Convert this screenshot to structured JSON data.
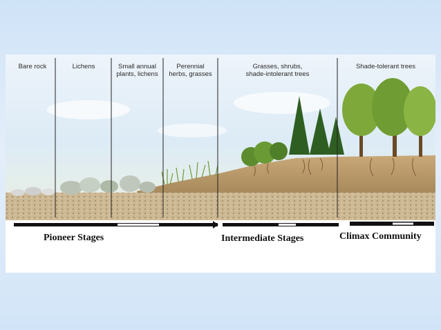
{
  "stages": [
    {
      "label_line1": "Bare rock",
      "label_line2": ""
    },
    {
      "label_line1": "Lichens",
      "label_line2": ""
    },
    {
      "label_line1": "Small annual",
      "label_line2": "plants, lichens"
    },
    {
      "label_line1": "Perennial",
      "label_line2": "herbs, grasses"
    },
    {
      "label_line1": "Grasses, shrubs,",
      "label_line2": "shade-intolerant trees"
    },
    {
      "label_line1": "Shade-tolerant trees",
      "label_line2": ""
    }
  ],
  "bars": {
    "pioneer": "Pioneer Stages",
    "intermediate": "Intermediate Stages",
    "climax": "Climax Community"
  },
  "colors": {
    "sky": "#dcebf6",
    "soil": "#c9a878",
    "rock": "#8c7a5e",
    "foliage": "#5c8c2e",
    "conifer": "#2f5e22"
  }
}
